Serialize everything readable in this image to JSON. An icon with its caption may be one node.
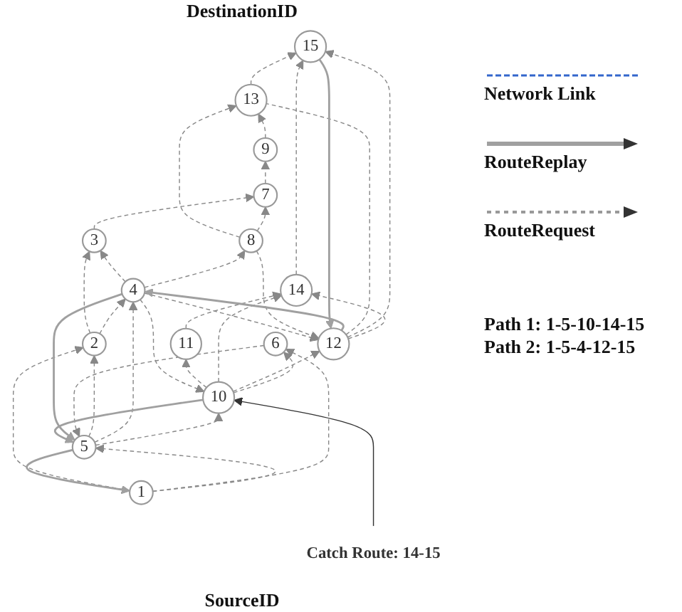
{
  "diagram": {
    "nodes": [
      {
        "text": [
          "15"
        ]
      },
      {
        "text": [
          "14"
        ]
      },
      {
        "text": [
          "13"
        ]
      },
      {
        "text": [
          "11"
        ]
      },
      {
        "text": [
          "12"
        ]
      },
      {
        "text": [
          "9"
        ]
      },
      {
        "text": [
          "8"
        ]
      },
      {
        "text": [
          "10"
        ]
      },
      {
        "text": [
          "Catch Route: 14-15"
        ]
      },
      {
        "text": [
          "7"
        ]
      },
      {
        "text": [
          "4"
        ]
      },
      {
        "text": [
          "6"
        ]
      },
      {
        "text": [
          "5"
        ]
      },
      {
        "text": [
          "3"
        ]
      },
      {
        "text": [
          "2"
        ]
      },
      {
        "text": [
          "1"
        ]
      }
    ],
    "edges": [
      {
        "from": 15,
        "to": 12,
        "arrow": "to",
        "style": "dashed"
      },
      {
        "from": 15,
        "to": 11,
        "arrow": "to",
        "style": "dashed"
      },
      {
        "from": 15,
        "to": 14,
        "arrow": "to",
        "style": "dashed"
      },
      {
        "from": 11,
        "to": 12,
        "arrow": "to",
        "style": "dashed"
      },
      {
        "from": 7,
        "to": 11,
        "arrow": "to",
        "style": "dashed"
      },
      {
        "from": 12,
        "to": 7,
        "arrow": "to",
        "style": "dashed"
      },
      {
        "from": 12,
        "to": 10,
        "arrow": "to",
        "style": "dashed"
      },
      {
        "from": 12,
        "to": 14,
        "arrow": "to",
        "style": "dashed"
      },
      {
        "from": 10,
        "to": 7,
        "arrow": "to",
        "style": "dashed"
      },
      {
        "from": 10,
        "to": 6,
        "arrow": "to",
        "style": "dashed"
      },
      {
        "from": 10,
        "to": 13,
        "arrow": "to",
        "style": "dashed"
      },
      {
        "from": 14,
        "to": 10,
        "arrow": "to",
        "style": "dashed"
      },
      {
        "from": 14,
        "to": 13,
        "arrow": "to",
        "style": "dashed"
      },
      {
        "from": 13,
        "to": 9,
        "arrow": "to",
        "style": "dashed"
      },
      {
        "from": 9,
        "to": 5,
        "arrow": "to",
        "style": "dashed"
      },
      {
        "from": 5,
        "to": 2,
        "arrow": "to",
        "style": "dashed"
      },
      {
        "from": 6,
        "to": 9,
        "arrow": "to",
        "style": "dashed"
      },
      {
        "from": 6,
        "to": 2,
        "arrow": "to",
        "style": "dashed"
      },
      {
        "from": 6,
        "to": 4,
        "arrow": "to",
        "style": "dashed"
      },
      {
        "from": 10,
        "to": 4,
        "arrow": "to",
        "style": "dashed"
      },
      {
        "from": 7,
        "to": 4,
        "arrow": "to",
        "style": "dashed"
      },
      {
        "from": 7,
        "to": 1,
        "arrow": "to",
        "style": "dashed"
      },
      {
        "from": 7,
        "to": 3,
        "arrow": "to",
        "style": "dashed"
      },
      {
        "from": 3,
        "to": 1,
        "arrow": "to",
        "style": "dashed"
      },
      {
        "from": 4,
        "to": 1,
        "arrow": "to",
        "style": "dashed"
      },
      {
        "from": 4,
        "to": 0,
        "arrow": "to",
        "style": "dashed"
      },
      {
        "from": 1,
        "to": 0,
        "arrow": "to",
        "style": "dashed"
      },
      {
        "from": 2,
        "to": 0,
        "arrow": "to",
        "style": "dashed"
      },
      {
        "from": 4,
        "to": 2,
        "arrow": "none",
        "style": "dashed"
      },
      {
        "from": 0,
        "to": 4,
        "arrow": "to",
        "color": "#a0a0a0"
      },
      {
        "from": 4,
        "to": 10,
        "arrow": "to",
        "color": "#a0a0a0"
      },
      {
        "from": 10,
        "to": 12,
        "arrow": "to",
        "color": "#a0a0a0"
      },
      {
        "from": 7,
        "to": 12,
        "arrow": "to",
        "color": "#a0a0a0"
      },
      {
        "from": 12,
        "to": 15,
        "arrow": "to",
        "color": "#a0a0a0"
      },
      {
        "from": 8,
        "to": 7,
        "arrow": "to"
      }
    ],
    "labels": [
      "DestinationID",
      "SourceID",
      "Path 1: 1-5-10-14-15",
      "Path 2: 1-5-4-12-15"
    ],
    "legend": [
      {
        "text": "Network Link"
      },
      {
        "text": "RouteReplay"
      },
      {
        "text": "RouteRequest"
      }
    ]
  }
}
